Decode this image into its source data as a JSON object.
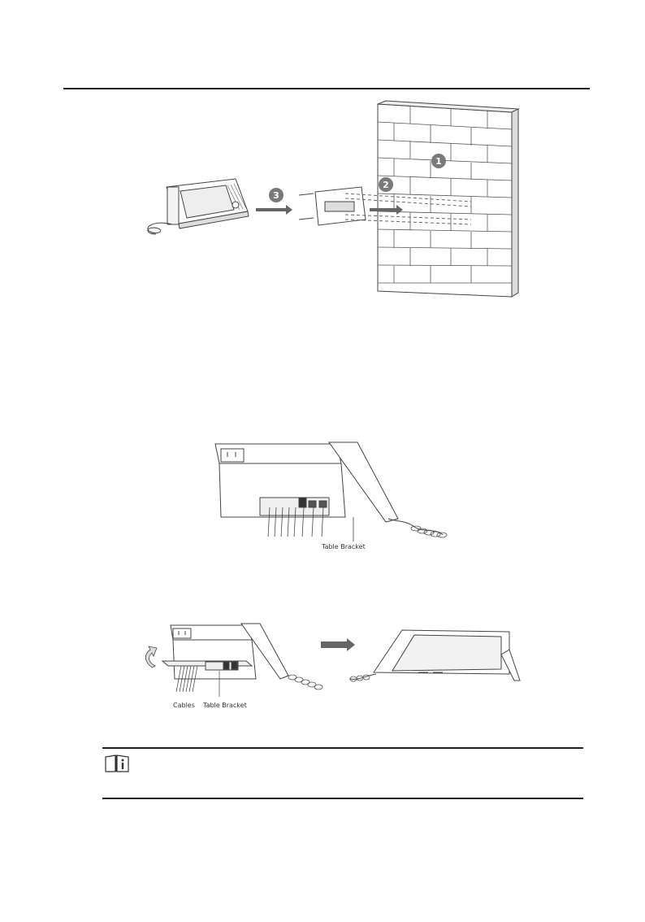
{
  "figure_wall_mount": {
    "step_badges": [
      "1",
      "2",
      "3"
    ]
  },
  "figure_cables": {
    "table_bracket_label": "Table Bracket"
  },
  "figure_bracket_mount": {
    "cables_label": "Cables",
    "table_bracket_label": "Table Bracket"
  },
  "note": {
    "icon": "note-info-icon",
    "text": ""
  }
}
